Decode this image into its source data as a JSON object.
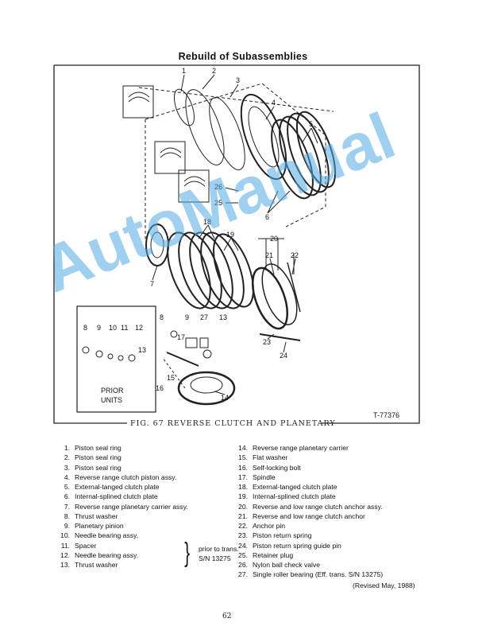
{
  "header": {
    "title": "Rebuild of Subassemblies"
  },
  "figure": {
    "caption": "FIG. 67  REVERSE CLUTCH AND PLANETARY",
    "ref": "T-77376",
    "prior_units_line1": "PRIOR",
    "prior_units_line2": "UNITS",
    "callouts": [
      "1",
      "2",
      "3",
      "4",
      "5",
      "6",
      "26",
      "25",
      "18",
      "19",
      "20",
      "21",
      "22",
      "7",
      "8",
      "9",
      "27",
      "13",
      "8",
      "9",
      "10",
      "11",
      "12",
      "13",
      "17",
      "15",
      "16",
      "14",
      "23",
      "24"
    ]
  },
  "legend": {
    "left": [
      {
        "n": "1.",
        "t": "Piston seal ring"
      },
      {
        "n": "2.",
        "t": "Piston seal ring"
      },
      {
        "n": "3.",
        "t": "Piston seal ring"
      },
      {
        "n": "4.",
        "t": "Reverse range clutch piston assy."
      },
      {
        "n": "5.",
        "t": "External-tanged clutch plate"
      },
      {
        "n": "6.",
        "t": "Internal-splined clutch plate"
      },
      {
        "n": "7.",
        "t": "Reverse range planetary carrier assy."
      },
      {
        "n": "8.",
        "t": "Thrust washer"
      },
      {
        "n": "9.",
        "t": "Planetary pinion"
      },
      {
        "n": "10.",
        "t": "Needle bearing assy."
      },
      {
        "n": "11.",
        "t": "Spacer"
      },
      {
        "n": "12.",
        "t": "Needle bearing assy."
      },
      {
        "n": "13.",
        "t": "Thrust washer"
      }
    ],
    "prior_note_1": "prior to trans.",
    "prior_note_2": "S/N 13275",
    "right": [
      {
        "n": "14.",
        "t": "Reverse range planetary carrier"
      },
      {
        "n": "15.",
        "t": "Flat washer"
      },
      {
        "n": "16.",
        "t": "Self-locking bolt"
      },
      {
        "n": "17.",
        "t": "Spindle"
      },
      {
        "n": "18.",
        "t": "External-tanged clutch plate"
      },
      {
        "n": "19.",
        "t": "Internal-splined clutch plate"
      },
      {
        "n": "20.",
        "t": "Reverse and low range clutch anchor assy."
      },
      {
        "n": "21.",
        "t": "Reverse and low range clutch anchor"
      },
      {
        "n": "22.",
        "t": "Anchor pin"
      },
      {
        "n": "23.",
        "t": "Piston return spring"
      },
      {
        "n": "24.",
        "t": "Piston return spring guide pin"
      },
      {
        "n": "25.",
        "t": "Retainer plug"
      },
      {
        "n": "26.",
        "t": "Nylon ball check valve"
      },
      {
        "n": "27.",
        "t": "Single roller bearing (Eff. trans. S/N 13275)"
      }
    ]
  },
  "footer": {
    "revised": "(Revised May, 1988)",
    "page": "62"
  },
  "watermark": "AutoManual"
}
